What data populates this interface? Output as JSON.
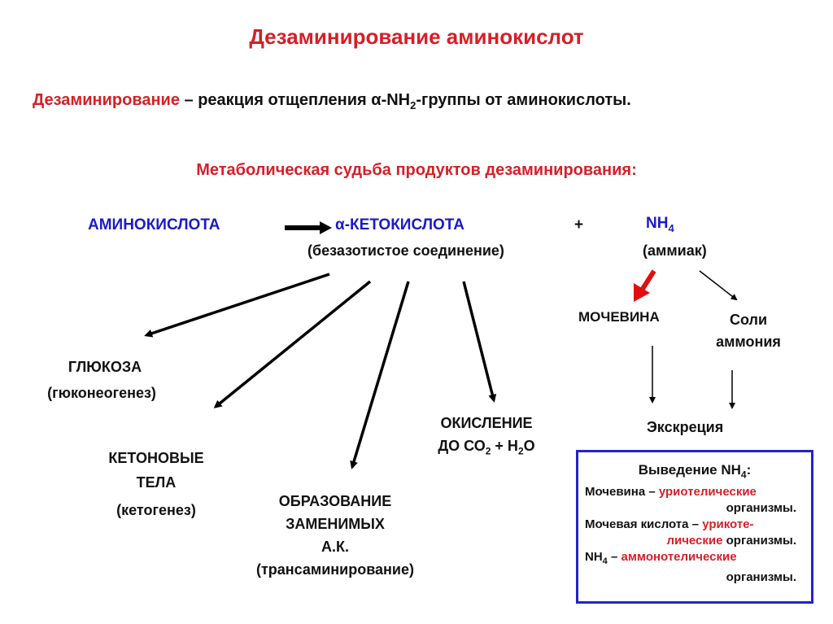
{
  "title": "Дезаминирование  аминокислот",
  "definition": {
    "term": "Дезаминирование",
    "rest_prefix": " – реакция отщепления  ",
    "alpha": "α",
    "group": "-NH",
    "group_sub": "2",
    "rest_suffix": "-группы от аминокислоты."
  },
  "fate_heading": "Метаболическая судьба продуктов дезаминирования:",
  "reaction": {
    "amino_acid": "АМИНОКИСЛОТА",
    "alpha": "α",
    "keto_acid": "-КЕТОКИСЛОТА",
    "keto_note": "(безазотистое соединение)",
    "plus": "+",
    "nh": "NH",
    "nh_sub": "4",
    "nh_note": "(аммиак)"
  },
  "products": {
    "glucose": "ГЛЮКОЗА",
    "glucose_note": "(гюконеогенез)",
    "ketone_1": "КЕТОНОВЫЕ",
    "ketone_2": "ТЕЛА",
    "ketone_note": "(кетогенез)",
    "synthesis_1": "ОБРАЗОВАНИЕ",
    "synthesis_2": "ЗАМЕНИМЫХ",
    "synthesis_3": "А.К.",
    "synthesis_note": "(трансаминирование)",
    "oxidation_1": "ОКИСЛЕНИЕ",
    "oxidation_2a": "ДО СО",
    "oxidation_2a_sub": "2",
    "oxidation_2b": " + Н",
    "oxidation_2b_sub": "2",
    "oxidation_2c": "О"
  },
  "ammonia_fate": {
    "urea": "МОЧЕВИНА",
    "salts_1": "Соли",
    "salts_2": "аммония",
    "excretion": "Экскреция"
  },
  "excretion_box": {
    "header": "Выведение NH",
    "header_sub": "4",
    "header_colon": ":",
    "urea_label": "Мочевина",
    "dash1": " – ",
    "urea_type": "уриотелические",
    "organisms1": "организмы.",
    "uric_label": "Мочевая кислота",
    "dash2": " – ",
    "uric_type_1": "урикоте-",
    "uric_type_2": "лические",
    "organisms2": " организмы.",
    "nh4_label": "NH",
    "nh4_sub": "4",
    "dash3": " – ",
    "nh4_type": "аммонотелические",
    "organisms3": "организмы."
  },
  "colors": {
    "title": "#d61f26",
    "blue": "#1a1ac9",
    "box_border": "#2222cc",
    "red_arrow": "#e01010"
  }
}
